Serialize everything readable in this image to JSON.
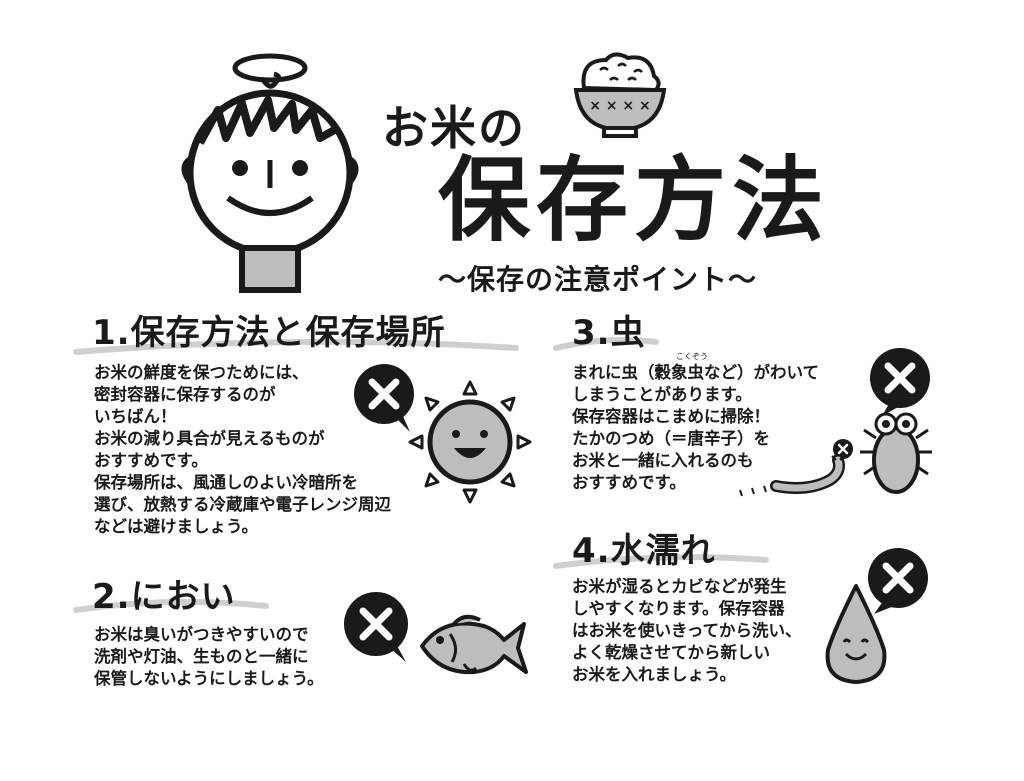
{
  "header": {
    "title_prefix": "お米の",
    "title_main": "保存方法",
    "subtitle": "～保存の注意ポイント～"
  },
  "sections": [
    {
      "heading": "1.保存方法と保存場所",
      "lines": [
        "お米の鮮度を保つためには、",
        "密封容器に保存するのが",
        "いちばん！",
        "お米の減り具合が見えるものが",
        "おすすめです。",
        "保存場所は、風通しのよい冷暗所を",
        "選び、放熱する冷蔵庫や電子レンジ周辺",
        "などは避けましょう。"
      ]
    },
    {
      "heading": "2.におい",
      "lines": [
        "お米は臭いがつきやすいので",
        "洗剤や灯油、生ものと一緒に",
        "保管しないようにしましょう。"
      ]
    },
    {
      "heading": "3.虫",
      "ruby": "こくぞう",
      "lines": [
        "まれに虫（穀象虫など）がわいて",
        "しまうことがあります。",
        "保存容器はこまめに掃除！",
        "たかのつめ（＝唐辛子）を",
        "お米と一緒に入れるのも",
        "おすすめです。"
      ]
    },
    {
      "heading": "4.水濡れ",
      "lines": [
        "お米が湿るとカビなどが発生",
        "しやすくなります。保存容器",
        "はお米を使いきってから洗い、",
        "よく乾燥させてから新しい",
        "お米を入れましょう。"
      ]
    }
  ],
  "icons": {
    "mascot": "rice-boy-mascot-icon",
    "rice_bowl": "rice-bowl-icon",
    "sun": "sun-icon",
    "fish": "fish-icon",
    "bug": "rice-weevil-icon",
    "worm": "worm-icon",
    "drop": "water-drop-icon",
    "cross": "cross-mark-icon"
  },
  "colors": {
    "ink": "#1a1a1a",
    "gray_fill": "#bdbdbd",
    "underline": "#cfcfcf"
  }
}
